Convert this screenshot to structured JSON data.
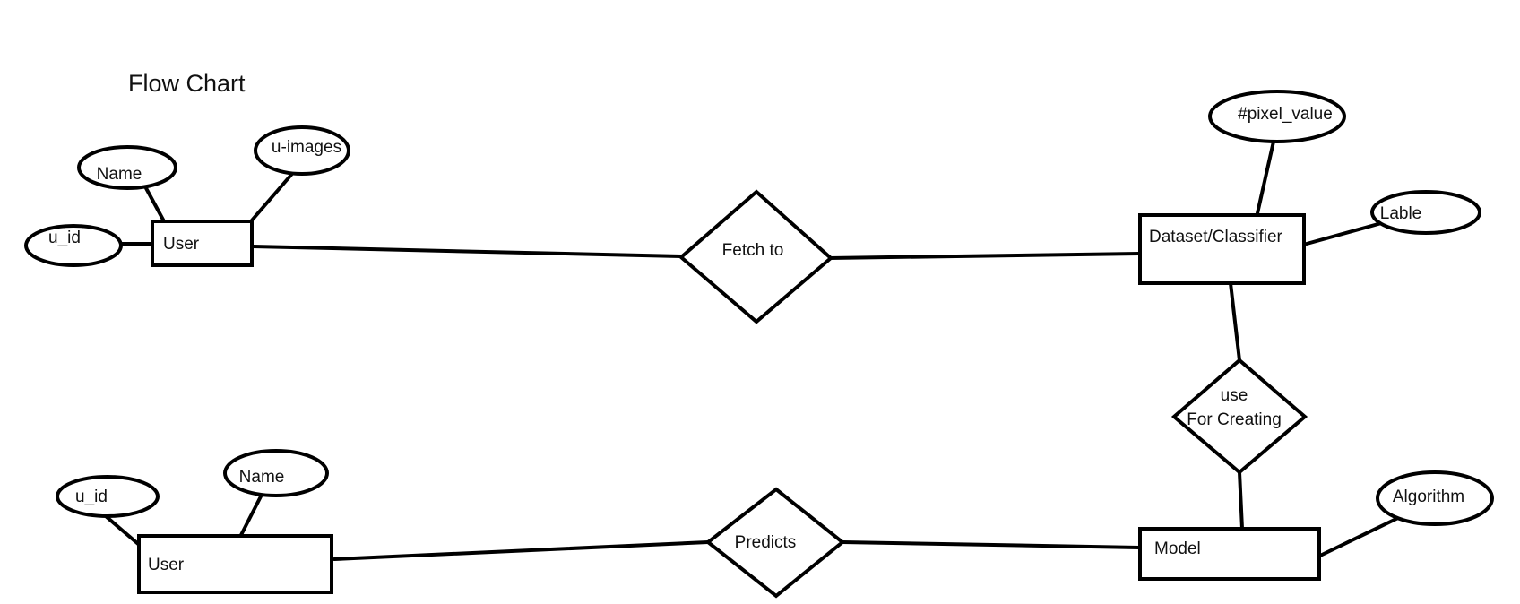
{
  "title": "Flow Chart",
  "entities": {
    "user_top": "User",
    "dataset": "Dataset/Classifier",
    "user_bottom": "User",
    "model": "Model"
  },
  "attributes": {
    "u_id_top": "u_id",
    "name_top": "Name",
    "u_images": "u-images",
    "pixel_value": "#pixel_value",
    "lable": "Lable",
    "u_id_bottom": "u_id",
    "name_bottom": "Name",
    "algorithm": "Algorithm"
  },
  "relationships": {
    "fetch": "Fetch to",
    "use_line1": "use",
    "use_line2": "For Creating",
    "predicts": "Predicts"
  },
  "colors": {
    "stroke": "#000000",
    "background": "#ffffff"
  }
}
